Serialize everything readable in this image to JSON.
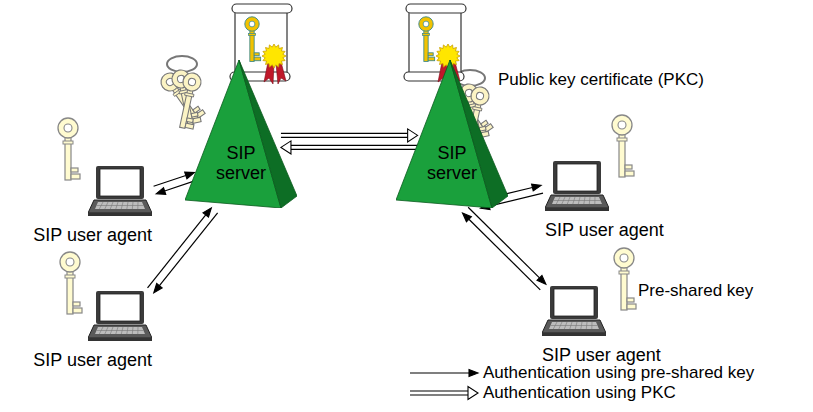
{
  "diagram": {
    "nodes": [
      {
        "text": [
          "SIP server"
        ]
      },
      {
        "text": [
          "SIP server"
        ]
      },
      {
        "text": [
          "SIP user agent"
        ]
      },
      {
        "text": [
          "SIP user agent"
        ]
      },
      {
        "text": [
          "SIP user agent"
        ]
      },
      {
        "text": [
          "SIP user agent"
        ]
      }
    ],
    "edges": [
      {
        "from": 0,
        "to": 1,
        "arrow": "to"
      },
      {
        "from": 1,
        "to": 0,
        "arrow": "to"
      },
      {
        "from": 2,
        "to": 0,
        "arrow": "to"
      },
      {
        "from": 0,
        "to": 2,
        "arrow": "to"
      },
      {
        "from": 3,
        "to": 0,
        "arrow": "to"
      },
      {
        "from": 0,
        "to": 3,
        "arrow": "to"
      },
      {
        "from": 4,
        "to": 1,
        "arrow": "to"
      },
      {
        "from": 1,
        "to": 4,
        "arrow": "to"
      },
      {
        "from": 5,
        "to": 1,
        "arrow": "to"
      },
      {
        "from": 1,
        "to": 5,
        "arrow": "to"
      }
    ],
    "labels": [
      "Public key certificate (PKC)",
      "Pre-shared key"
    ],
    "legend": [
      {
        "text": "Authentication using pre-shared key"
      },
      {
        "text": "Authentication using PKC"
      }
    ]
  }
}
